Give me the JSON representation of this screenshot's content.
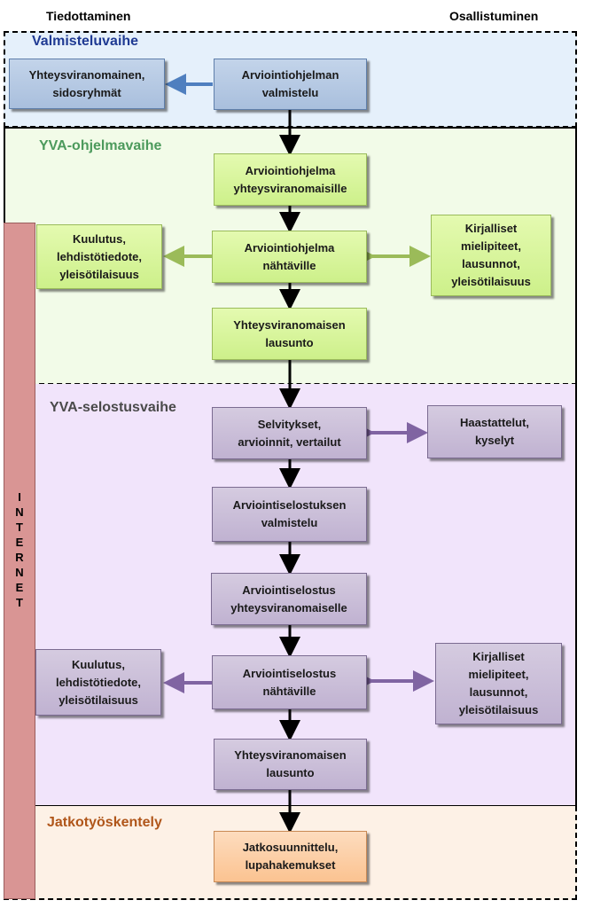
{
  "headers": {
    "left": "Tiedottaminen",
    "right": "Osallistuminen"
  },
  "side_bar": {
    "label": "I\nN\nT\nE\nR\nN\nE\nT"
  },
  "phases": {
    "valmistelu": {
      "title": "Valmisteluvaihe",
      "color": "#1f3a93",
      "bg": "#e5f0fb"
    },
    "ohjelma": {
      "title": "YVA-ohjelmavaihe",
      "color": "#4c9a5c",
      "bg": "#f2fbe8"
    },
    "selostus": {
      "title": "YVA-selostusvaihe",
      "color": "#4a4a4a",
      "bg": "#f1e4fb"
    },
    "jatko": {
      "title": "Jatkotyöskentely",
      "color": "#b0561a",
      "bg": "#fdf1e6"
    }
  },
  "boxes": {
    "yhteysviranomainen_sidosryhmat": "Yhteysviranomainen,\nsidosryhmät",
    "arviointiohjelman_valmistelu": "Arviointiohjelman\nvalmistelu",
    "arviointiohjelma_yhteysviranomaisille": "Arviointiohjelma\nyhteysviranomaisille",
    "arviointiohjelma_nahtaville": "Arviointiohjelma\nnähtäville",
    "kuulutus_ohjelma": "Kuulutus,\nlehdistötiedote,\nyleisötilaisuus",
    "kirjalliset_ohjelma": "Kirjalliset\nmielipiteet,\nlausunnot,\nyleisötilaisuus",
    "yhteysviranomaisen_lausunto_ohjelma": "Yhteysviranomaisen\nlausunto",
    "selvitykset": "Selvitykset,\narvioinnit, vertailut",
    "haastattelut": "Haastattelut,\nkyselyt",
    "arviointiselostuksen_valmistelu": "Arviointiselostuksen\nvalmistelu",
    "arviointiselostus_yhteysviranomaiselle": "Arviointiselostus\nyhteysviranomaiselle",
    "arviointiselostus_nahtaville": "Arviointiselostus\nnähtäville",
    "kuulutus_selostus": "Kuulutus,\nlehdistötiedote,\nyleisötilaisuus",
    "kirjalliset_selostus": "Kirjalliset\nmielipiteet,\nlausunnot,\nyleisötilaisuus",
    "yhteysviranomaisen_lausunto_selostus": "Yhteysviranomaisen\nlausunto",
    "jatkosuunnittelu": "Jatkosuunnittelu,\nlupahakemukset"
  },
  "colors": {
    "flow_arrow": "#000000",
    "blue_arrow": "#4f7fbf",
    "green_arrow": "#9bbb59",
    "purple_arrow": "#8064a2",
    "internet": "#d99594"
  }
}
